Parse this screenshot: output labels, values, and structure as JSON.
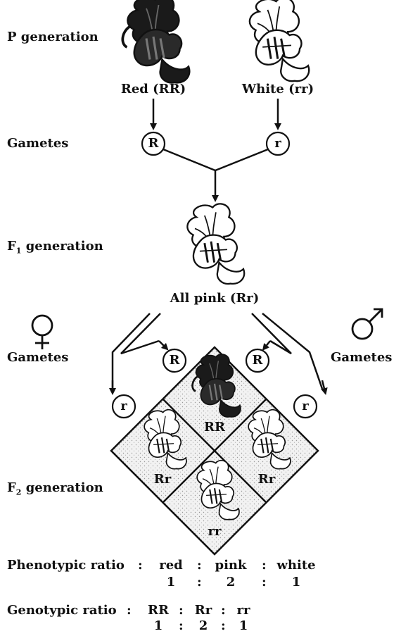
{
  "labels": {
    "p_generation": "P generation",
    "gametes_1": "Gametes",
    "f1_generation_prefix": "F",
    "f1_generation_sub": "1",
    "f1_generation_suffix": " generation",
    "gametes_left": "Gametes",
    "gametes_right": "Gametes",
    "f2_generation_prefix": "F",
    "f2_generation_sub": "2",
    "f2_generation_suffix": " generation"
  },
  "parents": {
    "red": "Red (RR)",
    "white": "White (rr)"
  },
  "f1": {
    "label": "All pink (Rr)"
  },
  "gametes": {
    "p_left": "R",
    "p_right": "r",
    "f1_female_R": "R",
    "f1_female_r": "r",
    "f1_male_R": "R",
    "f1_male_r": "r"
  },
  "symbols": {
    "female": "♀",
    "male": "♂"
  },
  "punnett": {
    "top": "RR",
    "left": "Rr",
    "right": "Rr",
    "bottom": "rr"
  },
  "ratios": {
    "phenotypic_label": "Phenotypic ratio",
    "phenotypic_terms": [
      "red",
      "pink",
      "white"
    ],
    "phenotypic_values": [
      "1",
      "2",
      "1"
    ],
    "genotypic_label": "Genotypic ratio",
    "genotypic_terms": [
      "RR",
      "Rr",
      "rr"
    ],
    "genotypic_values": [
      "1",
      "2",
      "1"
    ],
    "separator": ":"
  },
  "colors": {
    "ink": "#111111",
    "red_flower": "#1a1a1a",
    "white_flower": "#ffffff",
    "stipple": "#e6e6e6"
  }
}
